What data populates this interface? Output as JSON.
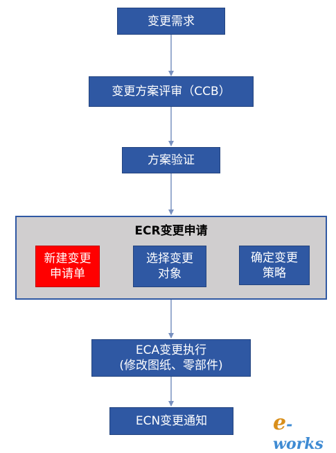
{
  "nodes": {
    "change_request": "变更需求",
    "ccb_review": "变更方案评审（CCB）",
    "verification": "方案验证",
    "ecr_group_title": "ECR变更申请",
    "new_change_request": [
      "新建变更",
      "申请单"
    ],
    "select_change_object": [
      "选择变更",
      "对象"
    ],
    "determine_strategy": [
      "确定变更",
      "策略"
    ],
    "eca_execution": [
      "ECA变更执行",
      "(修改图纸、零部件)"
    ],
    "ecn_notification": "ECN变更通知"
  },
  "watermark": {
    "prefix": "e",
    "text": "-works"
  },
  "colors": {
    "node_fill": "#2f58a3",
    "highlight_fill": "#ff0000",
    "group_fill": "#d0cecf",
    "connector": "#7890bf"
  }
}
